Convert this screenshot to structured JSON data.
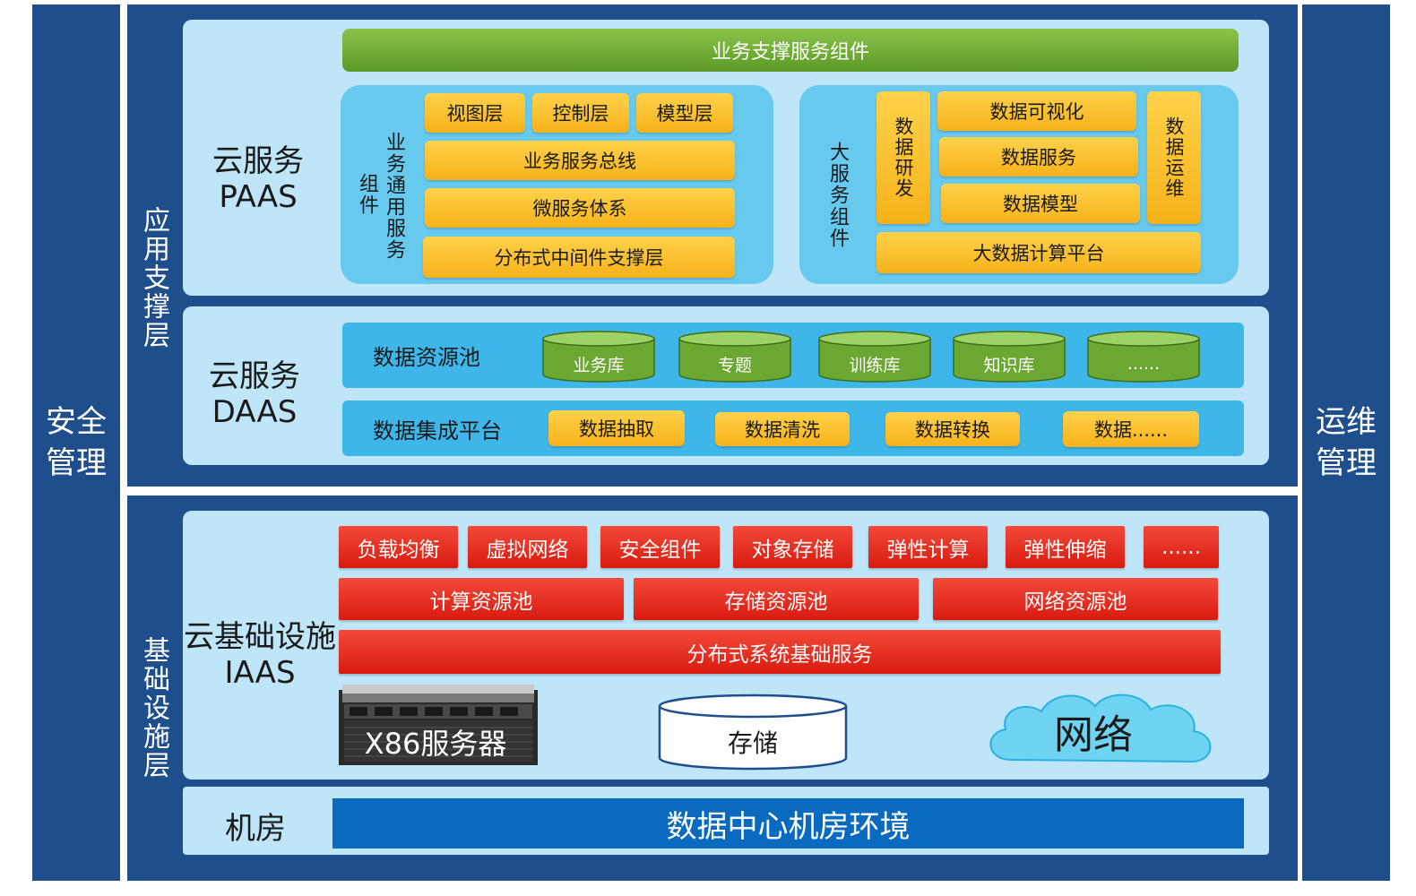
{
  "side": {
    "left": "安全管理",
    "right": "运维管理"
  },
  "layers": {
    "app_support": "应用支撑层",
    "infra": "基础设施层"
  },
  "paas": {
    "title": "云服务PAAS",
    "top_bar": "业务支撑服务组件",
    "general": {
      "vlabel_right": "业务通用服务",
      "vlabel_left": "组件",
      "row1": [
        "视图层",
        "控制层",
        "模型层"
      ],
      "rows": [
        "业务服务总线",
        "微服务体系",
        "分布式中间件支撑层"
      ]
    },
    "bigdata": {
      "vlabel": "大服务组件",
      "dev": "数据研发",
      "ops": "数据运维",
      "rows": [
        "数据可视化",
        "数据服务",
        "数据模型"
      ],
      "platform": "大数据计算平台"
    }
  },
  "daas": {
    "title": "云服务DAAS",
    "pool_label": "数据资源池",
    "pools": [
      "业务库",
      "专题",
      "训练库",
      "知识库",
      "......"
    ],
    "integ_label": "数据集成平台",
    "integ_items": [
      "数据抽取",
      "数据清洗",
      "数据转换",
      "数据......"
    ]
  },
  "iaas": {
    "title": "云基础设施IAAS",
    "row1": [
      "负载均衡",
      "虚拟网络",
      "安全组件",
      "对象存储",
      "弹性计算",
      "弹性伸缩",
      "......"
    ],
    "row2": [
      "计算资源池",
      "存储资源池",
      "网络资源池"
    ],
    "row3": "分布式系统基础服务",
    "server": "X86服务器",
    "storage": "存储",
    "network": "网络"
  },
  "room": {
    "title": "机房",
    "env": "数据中心机房环境"
  },
  "colors": {
    "navy": "#1f4e8c",
    "orange": "#f6b21a",
    "red": "#e0281b",
    "green": "#6aa832",
    "env_blue": "#0a6abf"
  }
}
